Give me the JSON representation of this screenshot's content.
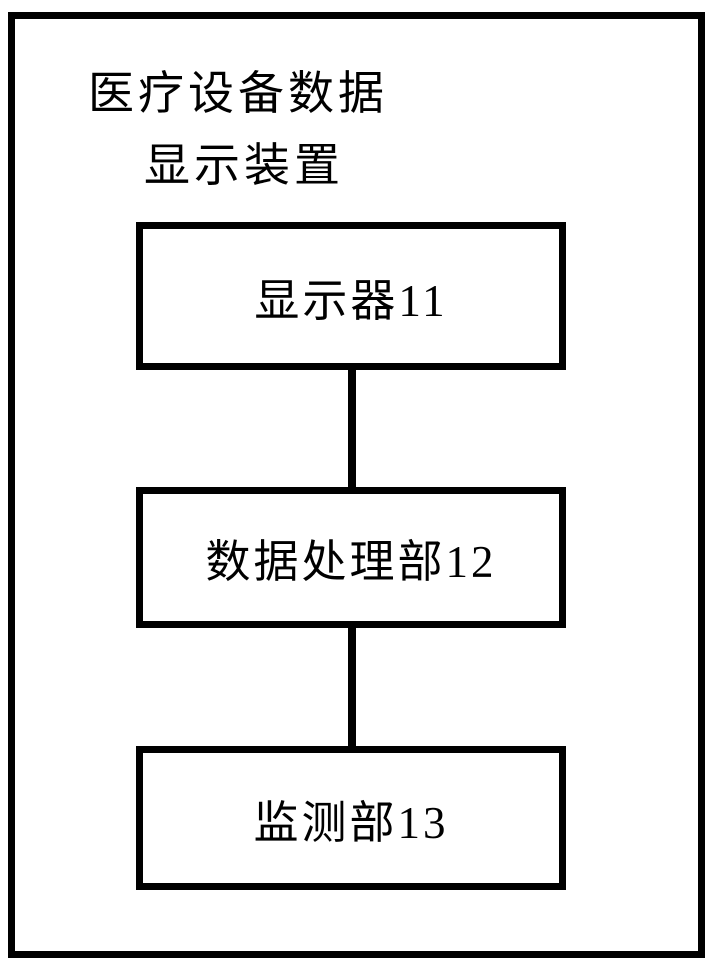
{
  "diagram": {
    "title": {
      "line1": "医疗设备数据",
      "line2": "显示装置"
    },
    "boxes": [
      {
        "id": "display",
        "label": "显示器11"
      },
      {
        "id": "data-processing",
        "label": "数据处理部12"
      },
      {
        "id": "monitoring",
        "label": "监测部13"
      }
    ],
    "connectors": [
      {
        "from": "display",
        "to": "data-processing"
      },
      {
        "from": "data-processing",
        "to": "monitoring"
      }
    ],
    "colors": {
      "line": "#000000",
      "background": "#ffffff"
    }
  }
}
